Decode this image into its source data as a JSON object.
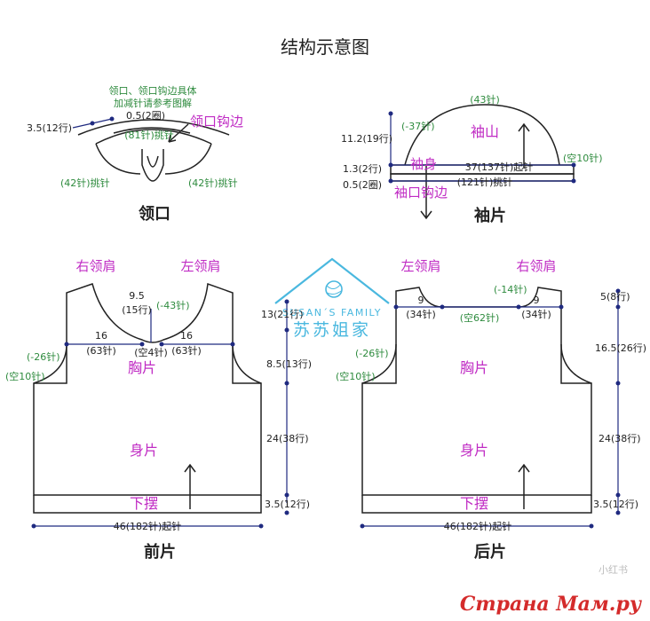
{
  "title": "结构示意图",
  "collar": {
    "caption": "领口",
    "note_line1": "领口、领口钩边具体",
    "note_line2": "加减针请参考图解",
    "dim_left": "3.5(12行)",
    "dim_rounds": "0.5(2圈)",
    "edging_label": "领口钩边",
    "pickup_label": "(81针)挑针",
    "side_left": "(42针)挑针",
    "side_right": "(42针)挑针"
  },
  "sleeve": {
    "caption": "袖片",
    "cap_top": "(43针)",
    "dec": "(-37针)",
    "cap_height": "11.2(19行)",
    "cap_label": "袖山",
    "body_rows": "1.3(2行)",
    "body_label": "袖身",
    "width": "37(137针)起针",
    "gap": "(空10针)",
    "edge_rounds": "0.5(2圈)",
    "pickup": "(121针)挑针",
    "edge_label": "袖口钩边"
  },
  "front": {
    "caption": "前片",
    "right_shoulder": "右领肩",
    "left_shoulder": "左领肩",
    "neck_depth": "9.5",
    "neck_rows": "(15行)",
    "neck_dec": "(-43针)",
    "shoulder_left": "16",
    "shoulder_left_sts": "(63针)",
    "shoulder_right": "16",
    "shoulder_right_sts": "(63针)",
    "center_gap": "(空4针)",
    "chest": "胸片",
    "armhole_dec": "(-26针)",
    "armhole_gap": "(空10针)",
    "body": "身片",
    "hem": "下摆",
    "width": "46(182针)起针"
  },
  "back": {
    "caption": "后片",
    "left_shoulder": "左领肩",
    "right_shoulder": "右领肩",
    "neck_dec": "(-14针)",
    "neck_side_left": "9",
    "neck_side_left_sts": "(34针)",
    "center_gap": "(空62针)",
    "neck_side_right": "9",
    "neck_side_right_sts": "(34针)",
    "chest": "胸片",
    "armhole_dec": "(-26针)",
    "armhole_gap": "(空10针)",
    "body": "身片",
    "hem": "下摆",
    "width": "46(182针)起针"
  },
  "middle_dims": {
    "neck_rows": "13(21行)",
    "chest_rows": "8.5(13行)",
    "body_rows": "24(38行)",
    "hem_rows": "3.5(12行)"
  },
  "right_dims": {
    "neck_rows": "5(8行)",
    "chest_rows": "16.5(26行)",
    "body_rows": "24(38行)",
    "hem_rows": "3.5(12行)"
  },
  "watermark": {
    "brand_en": "SUSAN´S FAMILY",
    "brand_cn": "苏苏姐家"
  },
  "stamp": "小红书",
  "site_watermark": "Страна Мам.ру",
  "colors": {
    "outline": "#222222",
    "green": "#2e8b3e",
    "navy": "#1f2a80",
    "magenta": "#c02cc4",
    "watermark_blue": "#4ab8df",
    "site_red": "#d42b2b"
  }
}
